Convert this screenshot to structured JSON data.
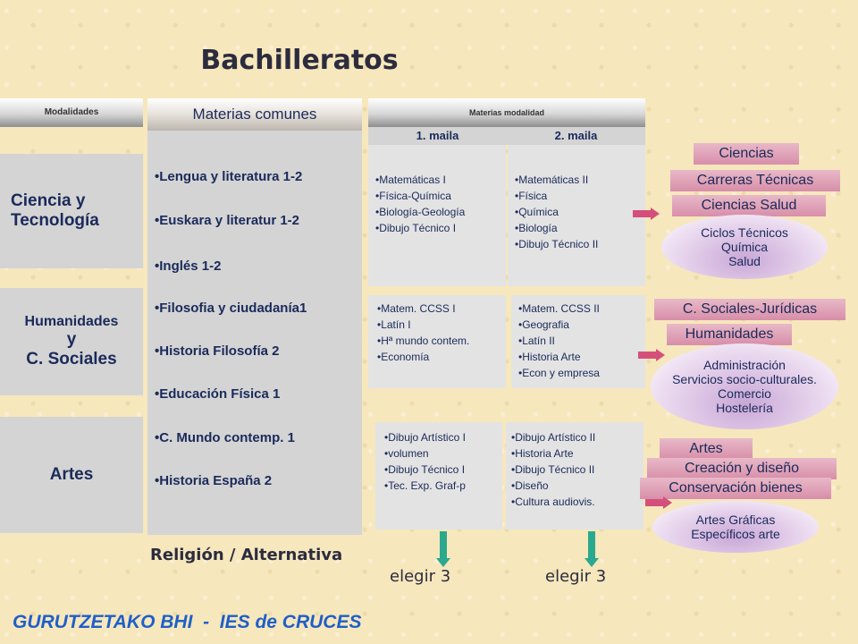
{
  "title": "Bachilleratos",
  "modalidades_header": "Modalidades",
  "modalidades": [
    {
      "lines": [
        "Ciencia y",
        "Tecnología"
      ]
    },
    {
      "lines": [
        "Humanidades",
        "y",
        "C. Sociales"
      ]
    },
    {
      "lines": [
        "Artes"
      ]
    }
  ],
  "comunes": {
    "header": "Materias comunes",
    "items": [
      "Lengua y literatura 1-2",
      "Euskara y literatur 1-2",
      "Inglés 1-2",
      "Filosofia y ciudadanía1",
      "Historia Filosofía 2",
      "Educación Física 1",
      "C. Mundo contemp. 1",
      "Historia España 2"
    ]
  },
  "modalidad": {
    "header": "Materias modalidad",
    "maila1": "1. maila",
    "maila2": "2. maila",
    "ciencia": {
      "m1": [
        "Matemáticas I",
        "Física-Química",
        "Biología-Geología",
        "Dibujo Técnico I"
      ],
      "m2": [
        "Matemáticas II",
        "Física",
        "Química",
        "Biología",
        "Dibujo Técnico II"
      ]
    },
    "humanidades": {
      "m1": [
        "Matem. CCSS I",
        "Latín I",
        "Hª mundo contem.",
        "Economía"
      ],
      "m2": [
        "Matem. CCSS II",
        "Geografia",
        "Latín II",
        "Historia Arte",
        "Econ y empresa"
      ]
    },
    "artes": {
      "m1": [
        "Dibujo Artístico I",
        "volumen",
        "Dibujo Técnico I",
        "Tec. Exp. Graf-p"
      ],
      "m2": [
        "Dibujo Artístico II",
        "Historia Arte",
        "Dibujo Técnico II",
        "Diseño",
        "Cultura audiovis."
      ]
    }
  },
  "salidas": {
    "ciencia": {
      "cats": [
        "Ciencias",
        "Carreras Técnicas",
        "Ciencias Salud"
      ],
      "ciclos": [
        "Ciclos Técnicos",
        "Química",
        "Salud"
      ]
    },
    "humanidades": {
      "cats": [
        "C. Sociales-Jurídicas",
        "Humanidades"
      ],
      "ciclos": [
        "Administración",
        "Servicios socio-culturales.",
        "Comercio",
        "Hostelería"
      ]
    },
    "artes": {
      "cats": [
        "Artes",
        "Creación y diseño",
        "Conservación bienes"
      ],
      "ciclos": [
        "Artes Gráficas",
        "Específicos arte"
      ]
    }
  },
  "religion": "Religión / Alternativa",
  "elegir1": "elegir 3",
  "elegir2": "elegir 3",
  "footer": "GURUTZETAKO BHI  -  IES de CRUCES",
  "colors": {
    "arrow": "#2aa98e",
    "arrow_pink": "#d4507a",
    "footer": "#1f5fc8"
  }
}
